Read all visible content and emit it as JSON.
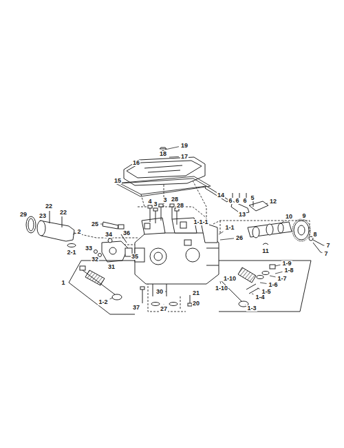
{
  "diagram": {
    "labels": [
      "19",
      "18",
      "17",
      "16",
      "15",
      "14",
      "6",
      "6",
      "6",
      "5",
      "12",
      "13",
      "22",
      "22",
      "29",
      "23",
      "2",
      "2-1",
      "25",
      "4",
      "3",
      "3",
      "28",
      "28",
      "10",
      "1-1-1",
      "1-1",
      "26",
      "9",
      "8",
      "7",
      "7",
      "34",
      "36",
      "33",
      "32",
      "35",
      "31",
      "11",
      "1-10",
      "1-10",
      "1-9",
      "1-8",
      "1-7",
      "1",
      "1-6",
      "1-5",
      "1-4",
      "30",
      "1-3",
      "1-2",
      "21",
      "20",
      "37",
      "27"
    ]
  }
}
